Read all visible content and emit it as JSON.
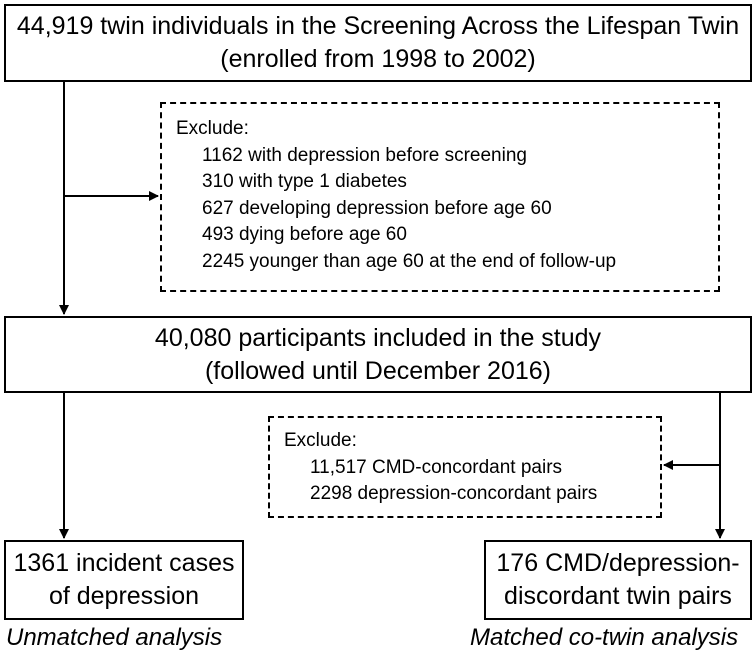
{
  "top_box": {
    "line1": "44,919 twin individuals in the Screening Across the Lifespan Twin",
    "line2": "(enrolled from 1998 to 2002)"
  },
  "exclusion_1": {
    "title": "Exclude:",
    "items": [
      "1162 with depression before screening",
      "310 with type 1 diabetes",
      "627 developing depression before age 60",
      "493 dying before age 60",
      "2245 younger than age 60 at the end of follow-up"
    ]
  },
  "middle_box": {
    "line1": "40,080 participants included in the study",
    "line2": "(followed until December 2016)"
  },
  "exclusion_2": {
    "title": "Exclude:",
    "items": [
      "11,517 CMD-concordant pairs",
      "2298 depression-concordant pairs"
    ]
  },
  "left_result": {
    "line1": "1361 incident cases",
    "line2": "of depression",
    "caption": "Unmatched analysis"
  },
  "right_result": {
    "line1": "176 CMD/depression-",
    "line2": "discordant twin pairs",
    "caption": "Matched co-twin analysis"
  }
}
